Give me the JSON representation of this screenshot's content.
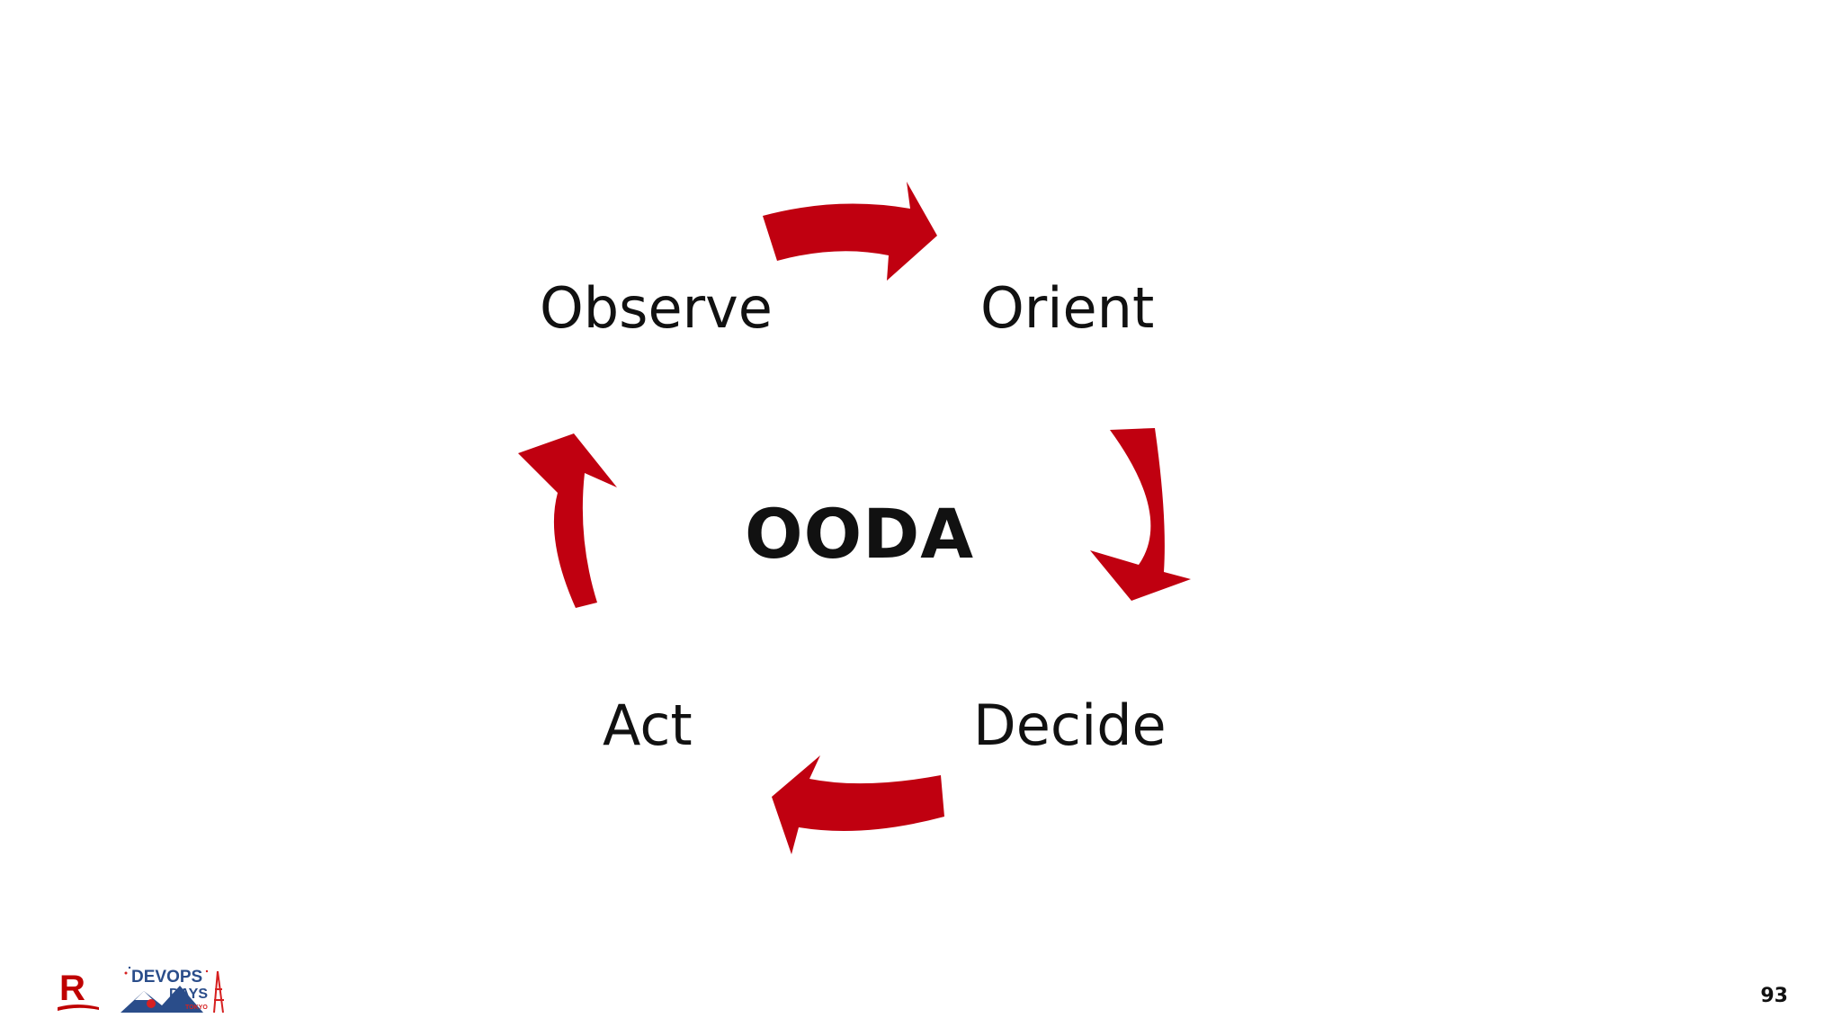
{
  "diagram": {
    "center_label": "OODA",
    "steps": [
      {
        "label": "Observe"
      },
      {
        "label": "Orient"
      },
      {
        "label": "Decide"
      },
      {
        "label": "Act"
      }
    ],
    "arrow_color": "#c00010"
  },
  "footer": {
    "page_number": "93",
    "logo_r_letter": "R",
    "logo_devops_line1": "DEVOPS",
    "logo_devops_line2": "DAYS",
    "logo_devops_line3": "TOKYO"
  }
}
